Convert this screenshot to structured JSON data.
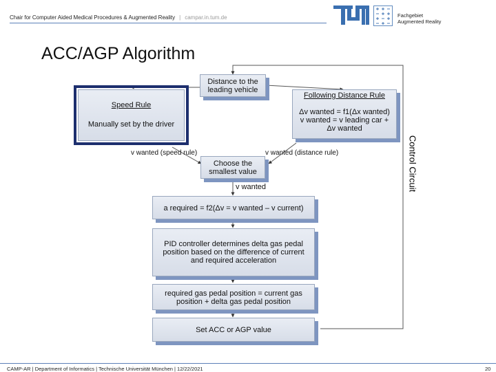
{
  "header": {
    "chair": "Chair for Computer Aided Medical Procedures & Augmented Reality",
    "separator": "|",
    "url": "campar.in.tum.de",
    "chair_group_line1": "Fachgebiet",
    "chair_group_line2": "Augmented Reality"
  },
  "slide": {
    "title": "ACC/AGP Algorithm"
  },
  "diagram": {
    "speed_rule": {
      "title": "Speed Rule",
      "text": "Manually set by the driver"
    },
    "distance_box": {
      "line1": "Distance to the",
      "line2": "leading vehicle"
    },
    "following_rule": {
      "title": "Following Distance Rule",
      "line1": "Δv wanted = f1(Δx wanted)",
      "line2": "v wanted = v leading car +",
      "line3": "Δv wanted"
    },
    "choose_box": {
      "line1": "Choose the",
      "line2": "smallest value"
    },
    "labels": {
      "v_speed": "v wanted (speed rule)",
      "v_distance": "v wanted (distance rule)",
      "v_wanted": "v wanted"
    },
    "a_required": "a required = f2(Δv = v wanted – v current)",
    "pid": {
      "line1": "PID controller determines delta gas pedal",
      "line2": "position based on the difference of current",
      "line3": "and required acceleration"
    },
    "gas_position": {
      "line1": "required gas pedal position = current gas",
      "line2": "position + delta gas pedal position"
    },
    "set_value": "Set ACC or AGP value",
    "side_label": "Control Circuit"
  },
  "footer": {
    "text": "CAMP-AR | Department of Informatics | Technische Universität München | 12/22/2021",
    "page": "20"
  },
  "colors": {
    "brand": "#3a6fb0",
    "box_fill": "#e0e5ee",
    "box_shadow": "#7e95c0",
    "highlight_border": "#1d2f6e"
  }
}
